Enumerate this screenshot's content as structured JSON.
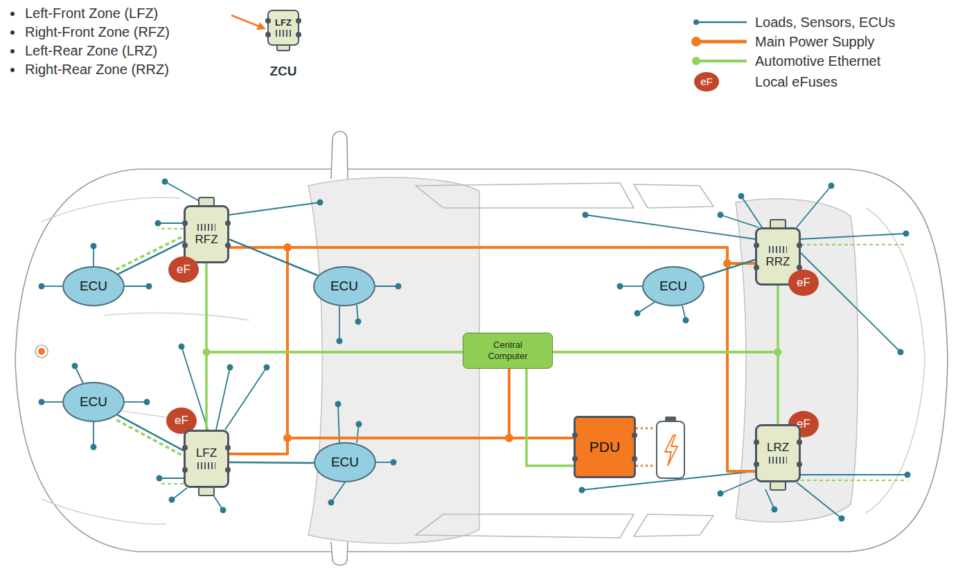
{
  "diagram": {
    "nodes": [
      {
        "text": [
          "LFZ",
          "ZCU"
        ]
      },
      {
        "text": [
          "RFZ"
        ]
      },
      {
        "text": [
          "eF"
        ]
      },
      {
        "text": [
          "ECU"
        ]
      },
      {
        "text": [
          "ECU"
        ]
      },
      {
        "text": [
          "Central Computer"
        ]
      },
      {
        "text": [
          "RRZ"
        ]
      },
      {
        "text": [
          "eF"
        ]
      },
      {
        "text": [
          "ECU"
        ]
      },
      {
        "text": [
          "ECU"
        ]
      },
      {
        "text": [
          "eF"
        ]
      },
      {
        "text": [
          "LFZ"
        ]
      },
      {
        "text": [
          "ECU"
        ]
      },
      {
        "text": [
          "PDU"
        ]
      },
      {
        "text": [
          "eF"
        ]
      },
      {
        "text": [
          "LRZ"
        ]
      }
    ],
    "edges": [
      {
        "from": 13,
        "to": 1,
        "arrow": "none"
      },
      {
        "from": 13,
        "to": 11,
        "arrow": "none"
      },
      {
        "from": 13,
        "to": 6,
        "arrow": "none"
      },
      {
        "from": 13,
        "to": 15,
        "arrow": "none"
      },
      {
        "from": 13,
        "to": 5,
        "arrow": "none"
      },
      {
        "from": 5,
        "to": 1,
        "arrow": "none"
      },
      {
        "from": 5,
        "to": 11,
        "arrow": "none"
      },
      {
        "from": 5,
        "to": 6,
        "arrow": "none"
      },
      {
        "from": 5,
        "to": 15,
        "arrow": "none"
      },
      {
        "from": 5,
        "to": 13,
        "arrow": "none"
      },
      {
        "from": 1,
        "to": 3,
        "arrow": "none"
      },
      {
        "from": 1,
        "to": 3,
        "arrow": "none"
      },
      {
        "from": 1,
        "to": 4,
        "arrow": "none"
      },
      {
        "from": 6,
        "to": 8,
        "arrow": "none"
      },
      {
        "from": 11,
        "to": 9,
        "arrow": "none"
      },
      {
        "from": 11,
        "to": 9,
        "arrow": "none"
      },
      {
        "from": 11,
        "to": 12,
        "arrow": "none"
      }
    ],
    "labels": [
      "Left-Front Zone (LFZ)",
      "Right-Front Zone (RFZ)",
      "Left-Rear Zone (LRZ)",
      "Right-Rear Zone (RRZ)",
      "eF"
    ],
    "legend": [
      {
        "text": "Loads, Sensors, ECUs"
      },
      {
        "text": "Main Power Supply"
      },
      {
        "text": "Automotive Ethernet"
      },
      {
        "text": "Local eFuses"
      }
    ]
  }
}
